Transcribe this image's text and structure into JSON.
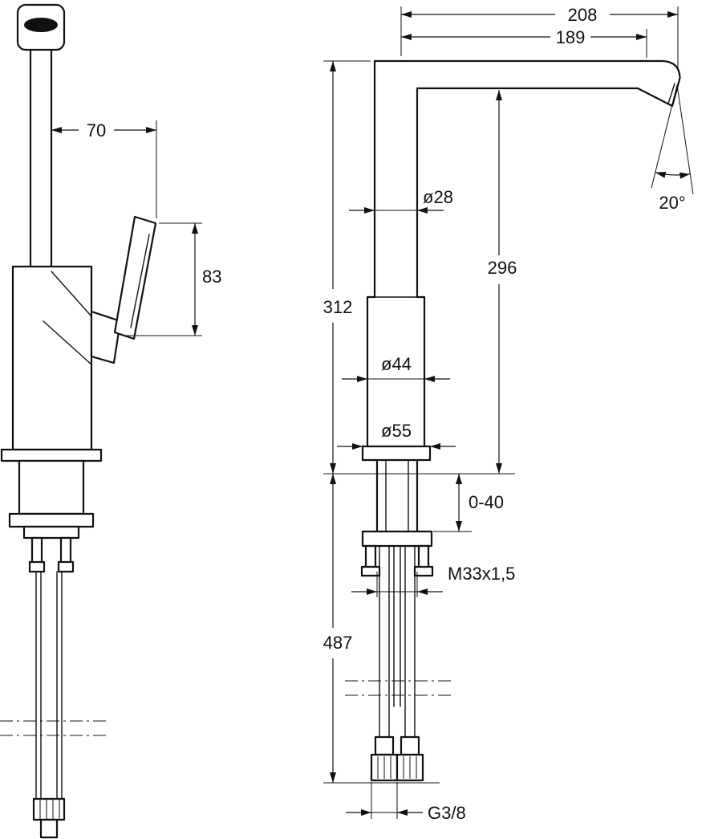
{
  "colors": {
    "background": "#ffffff",
    "line": "#111111"
  },
  "views": {
    "side": {
      "dim_spout_offset": "70",
      "dim_handle_height": "83"
    },
    "front": {
      "dim_reach_total": "208",
      "dim_reach_inner": "189",
      "dim_riser_diameter": "ø28",
      "dim_spout_angle": "20°",
      "dim_height_underside": "296",
      "dim_height_total": "312",
      "dim_body_diameter": "ø44",
      "dim_base_diameter": "ø55",
      "dim_deck_thickness": "0-40",
      "dim_shank_thread": "M33x1,5",
      "dim_below_deck_length": "487",
      "dim_hose_thread": "G3/8"
    }
  }
}
